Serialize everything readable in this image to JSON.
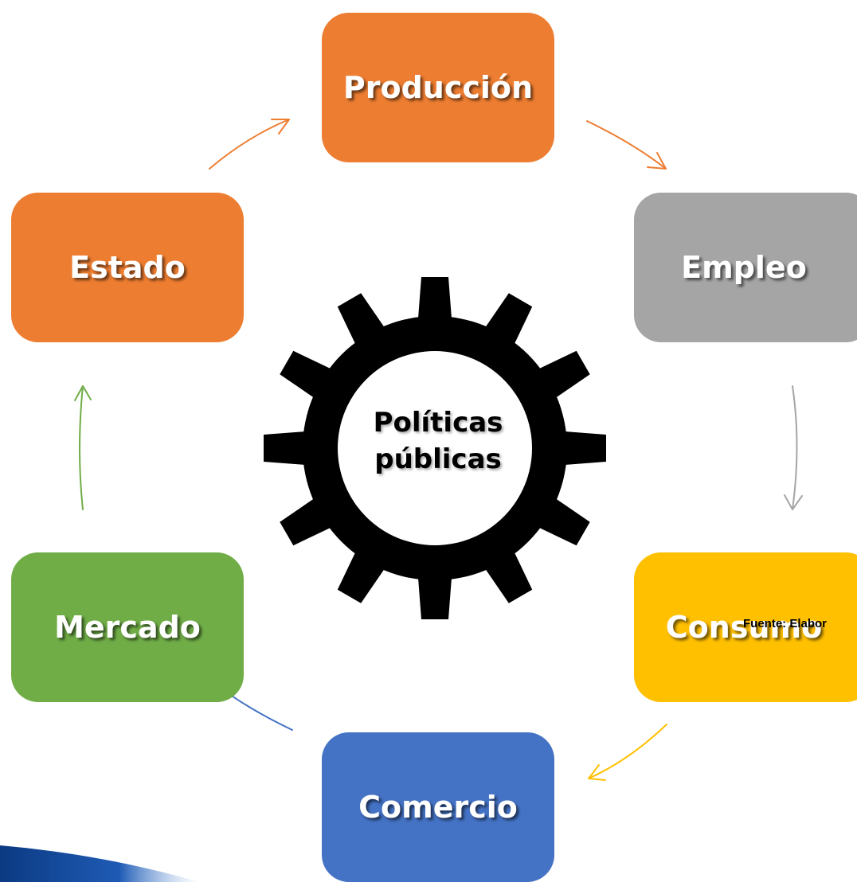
{
  "cycle": {
    "produccion": "Producción",
    "empleo": "Empleo",
    "consumo": "Consumo",
    "comercio": "Comercio",
    "mercado": "Mercado",
    "estado": "Estado"
  },
  "center": {
    "line1": "Políticas",
    "line2": "públicas"
  },
  "source": "Fuente: Elabor",
  "colors": {
    "produccion": "#ED7D31",
    "empleo": "#A5A5A5",
    "consumo": "#FFC000",
    "comercio": "#4472C4",
    "mercado": "#70AD47",
    "estado": "#ED7D31",
    "gear": "#000000",
    "accent_swoosh": "#1F4E9A"
  },
  "icons": {
    "center": "gear-icon",
    "connectors": "curved-arrow-icon"
  }
}
